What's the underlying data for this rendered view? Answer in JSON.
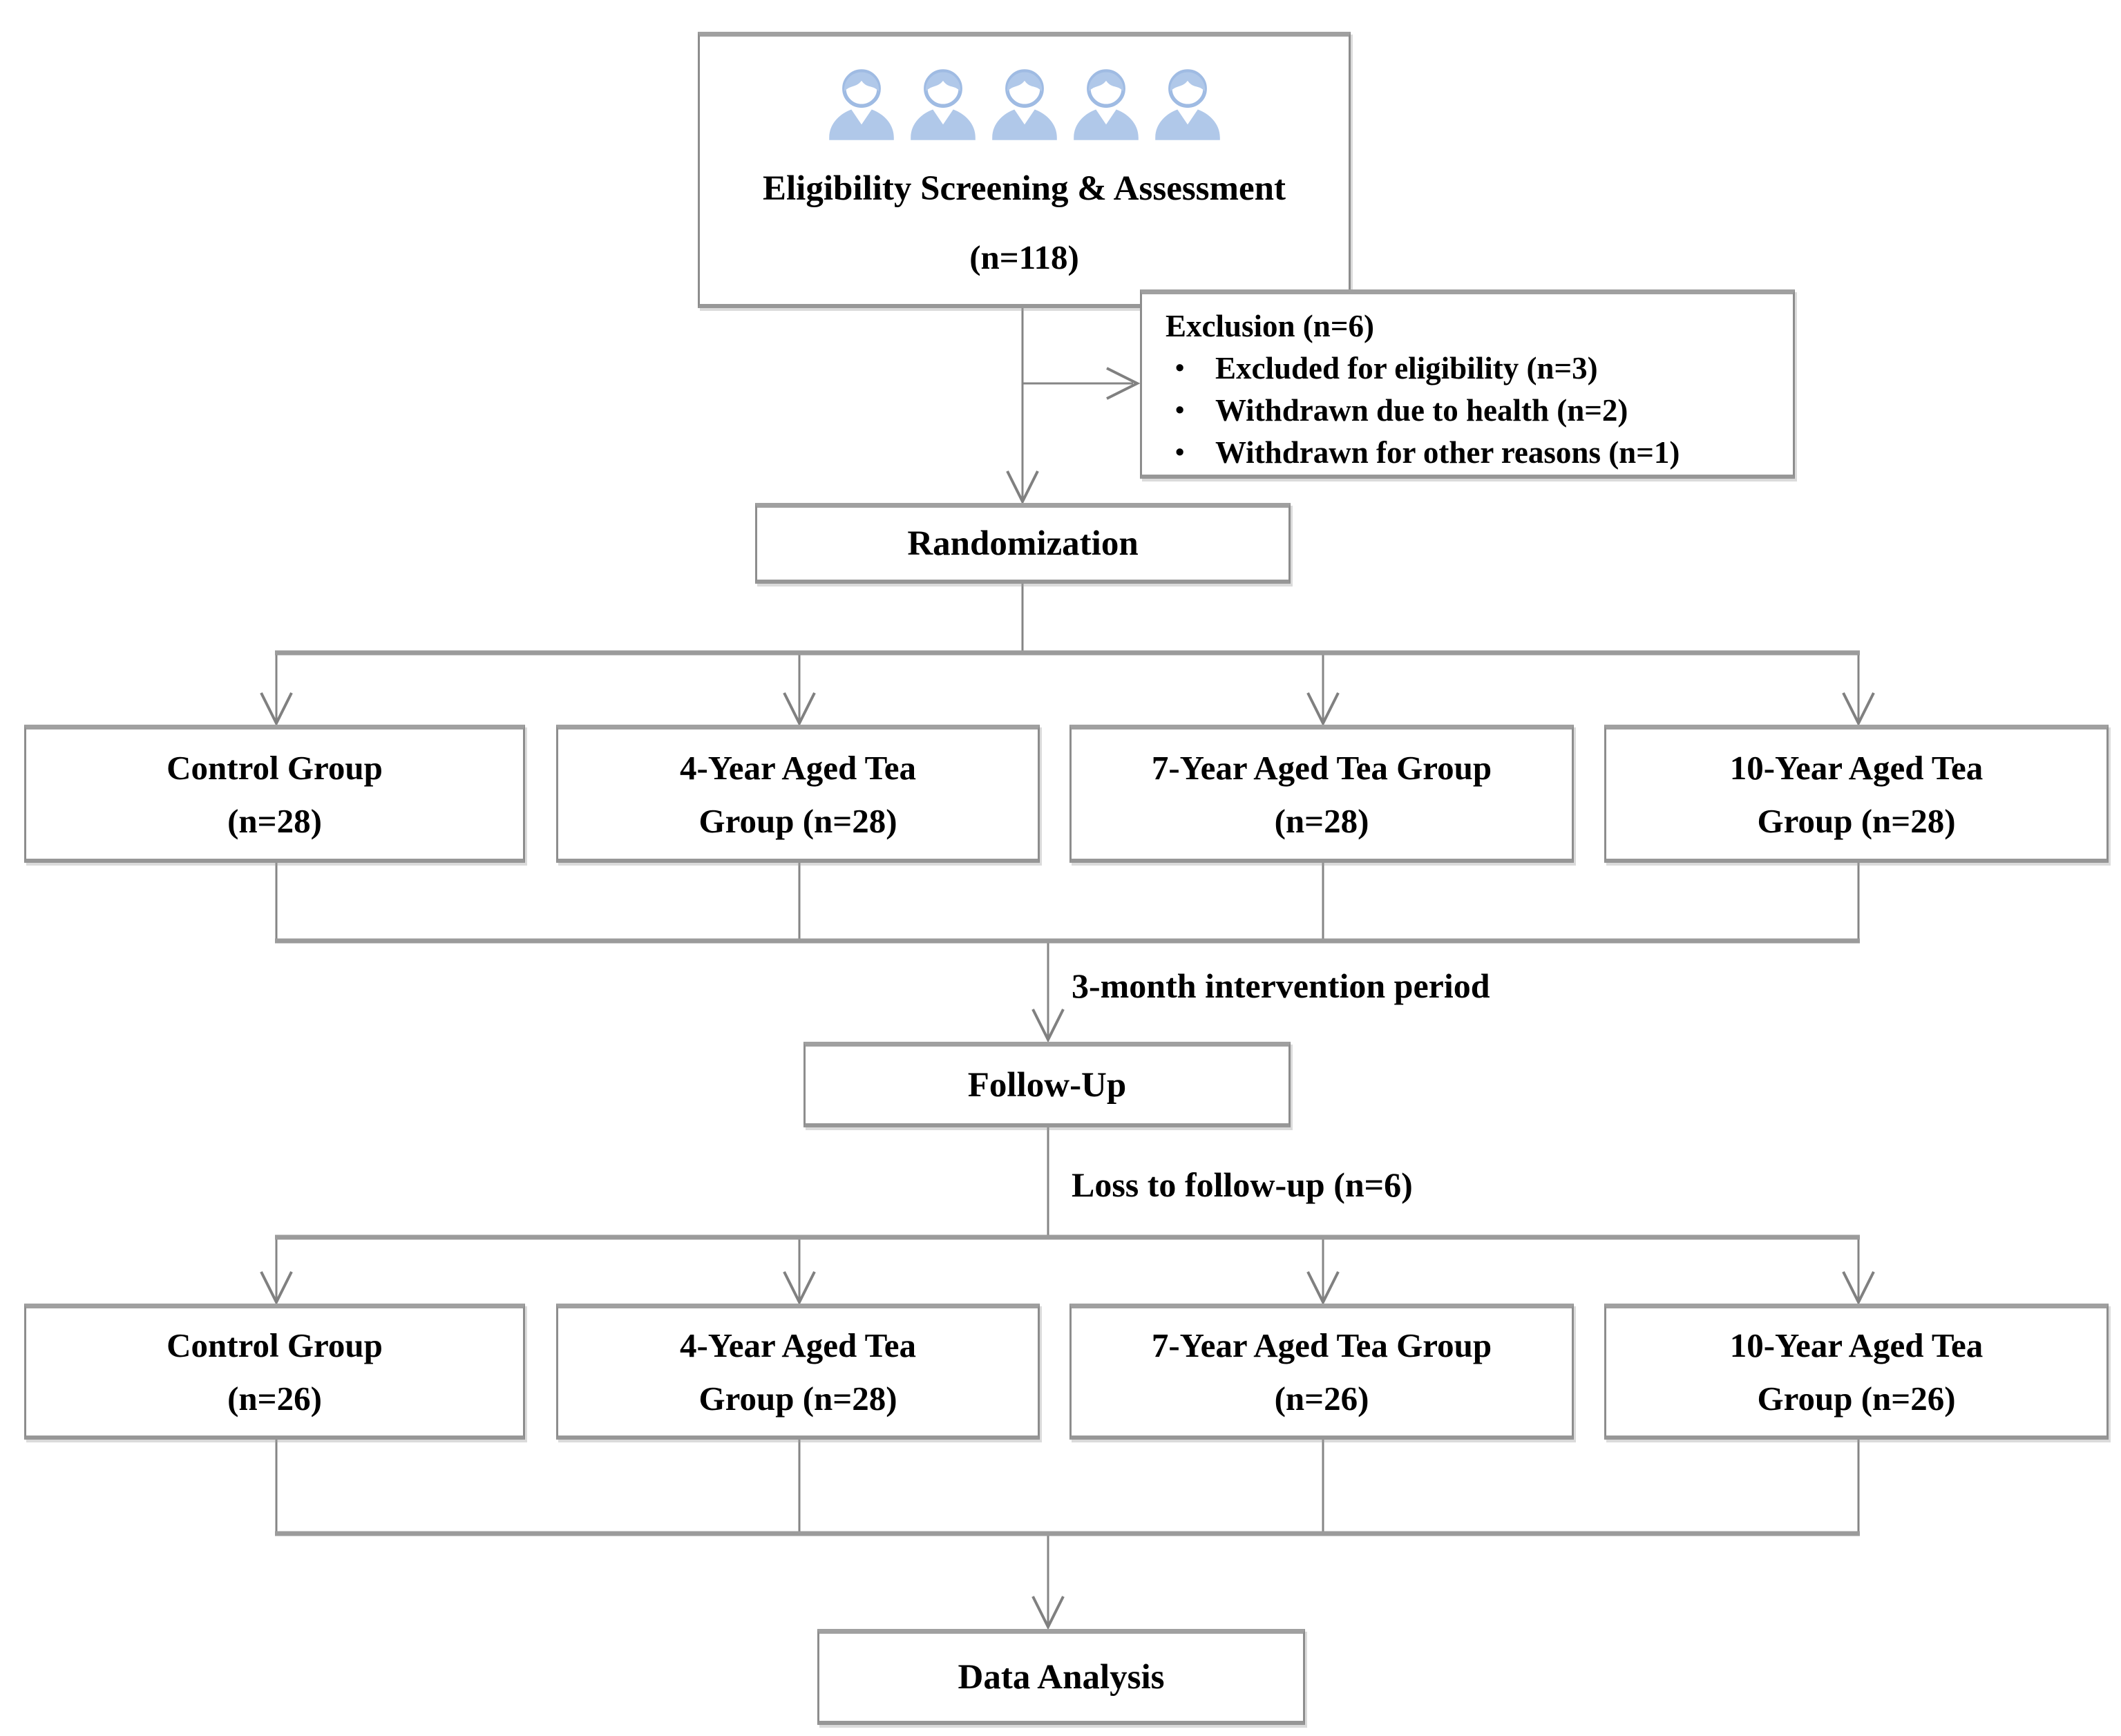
{
  "diagram": {
    "eligibility": {
      "title": "Eligibility Screening & Assessment",
      "count": "(n=118)",
      "person_icon_count": 5
    },
    "exclusion": {
      "title": "Exclusion (n=6)",
      "items": [
        "Excluded for eligibility (n=3)",
        "Withdrawn due to health (n=2)",
        "Withdrawn for other reasons (n=1)"
      ]
    },
    "randomization": {
      "label": "Randomization"
    },
    "groups_baseline": [
      {
        "line1": "Control Group",
        "line2": "(n=28)"
      },
      {
        "line1": "4-Year Aged Tea",
        "line2": "Group (n=28)"
      },
      {
        "line1": "7-Year Aged Tea Group",
        "line2": "(n=28)"
      },
      {
        "line1": "10-Year Aged Tea",
        "line2": "Group (n=28)"
      }
    ],
    "intervention_label": "3-month intervention period",
    "followup": {
      "label": "Follow-Up"
    },
    "loss_label": "Loss to follow-up (n=6)",
    "groups_followup": [
      {
        "line1": "Control Group",
        "line2": "(n=26)"
      },
      {
        "line1": "4-Year Aged Tea",
        "line2": "Group (n=28)"
      },
      {
        "line1": "7-Year Aged Tea Group",
        "line2": "(n=26)"
      },
      {
        "line1": "10-Year Aged Tea",
        "line2": "Group (n=26)"
      }
    ],
    "analysis": {
      "label": "Data Analysis"
    }
  },
  "icons": {
    "bullet": "•"
  },
  "colors": {
    "person_icon_fill": "#b0c8e9",
    "person_icon_stroke": "#9fbbe3",
    "connector_line": "#858585",
    "connector_thick_line": "#9b9b9b",
    "box_border": "#8d8d8d",
    "text": "#000000",
    "background": "#ffffff"
  }
}
